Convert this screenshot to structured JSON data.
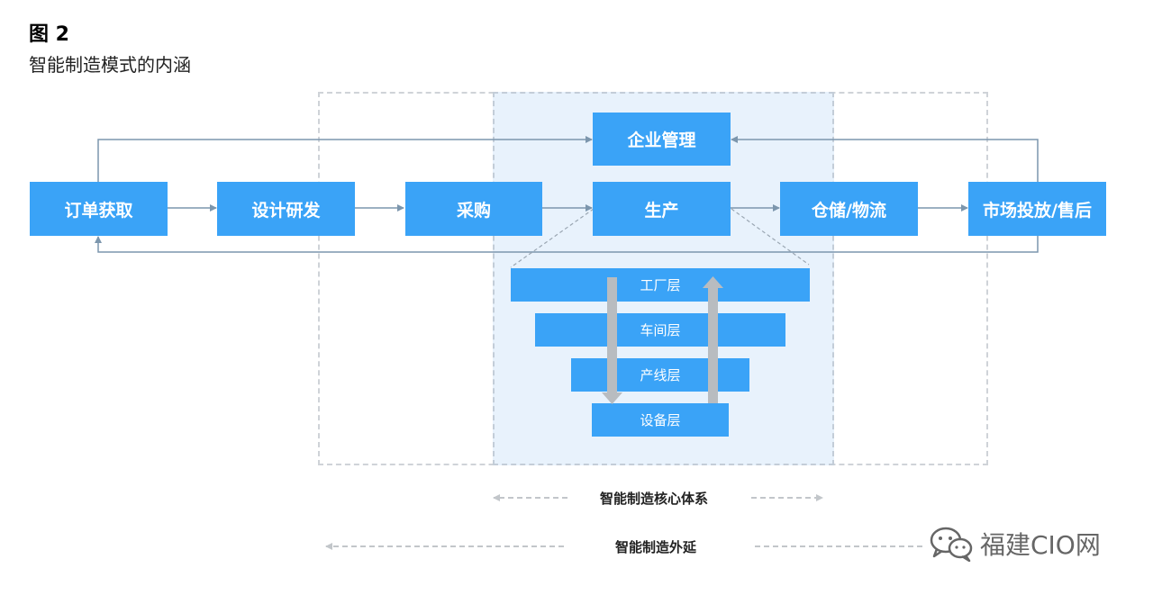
{
  "figure": {
    "label": "图 2",
    "title": "智能制造模式的内涵"
  },
  "nodes": {
    "order": "订单获取",
    "design": "设计研发",
    "purchase": "采购",
    "management": "企业管理",
    "production": "生产",
    "warehouse": "仓储/物流",
    "market": "市场投放/售后"
  },
  "layers": {
    "factory": "工厂层",
    "workshop": "车间层",
    "line": "产线层",
    "equipment": "设备层"
  },
  "legend": {
    "core": "智能制造核心体系",
    "extension": "智能制造外延"
  },
  "watermark": {
    "text": "福建CIO网"
  },
  "colors": {
    "node_fill": "#3aa3f7",
    "core_bg": "#e8f2fc",
    "connector": "#7c96ad",
    "layer_arrow": "#b8bcc0"
  }
}
